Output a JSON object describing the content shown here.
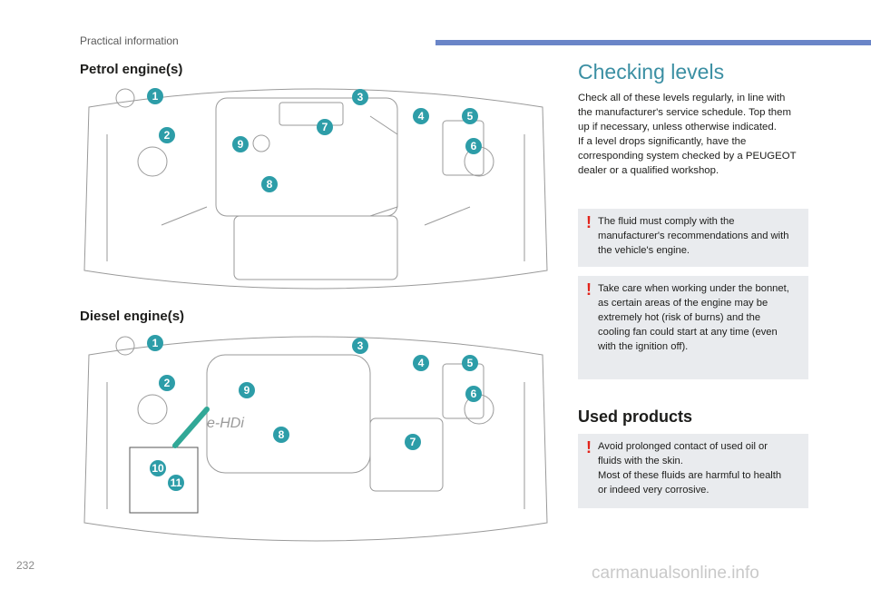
{
  "header": {
    "section": "Practical information",
    "accent_color": "#6a85c8"
  },
  "left": {
    "petrol_title": "Petrol engine(s)",
    "diesel_title": "Diesel engine(s)",
    "petrol_markers": [
      "1",
      "2",
      "3",
      "4",
      "5",
      "6",
      "7",
      "8",
      "9"
    ],
    "diesel_markers": [
      "1",
      "2",
      "3",
      "4",
      "5",
      "6",
      "7",
      "8",
      "9",
      "10",
      "11"
    ],
    "diesel_cover_text": "e-HDi",
    "marker_color": "#2d9da8"
  },
  "right": {
    "title": "Checking levels",
    "intro_lines": [
      "Check all of these levels regularly, in line with",
      "the manufacturer's service schedule. Top them",
      "up if necessary, unless otherwise indicated.",
      "If a level drops significantly, have the",
      "corresponding system checked by a PEUGEOT",
      "dealer or a qualified workshop."
    ],
    "notes": [
      {
        "icon": "warning-exclamation-icon",
        "lines": [
          "The fluid must comply with the",
          "manufacturer's recommendations and with",
          "the vehicle's engine."
        ]
      },
      {
        "icon": "warning-exclamation-icon",
        "lines": [
          "Take care when working under the bonnet,",
          "as certain areas of the engine may be",
          "extremely hot (risk of burns) and the",
          "cooling fan could start at any time (even",
          "with the ignition off)."
        ]
      }
    ],
    "used_title": "Used products",
    "used_note": {
      "icon": "warning-exclamation-icon",
      "lines": [
        "Avoid prolonged contact of used oil or",
        "fluids with the skin.",
        "Most of these fluids are harmful to health",
        "or indeed very corrosive."
      ]
    },
    "title_color": "#3b8fa3",
    "warning_color": "#e2231a"
  },
  "footer": {
    "page_number": "232",
    "watermark": "carmanualsonline.info"
  }
}
